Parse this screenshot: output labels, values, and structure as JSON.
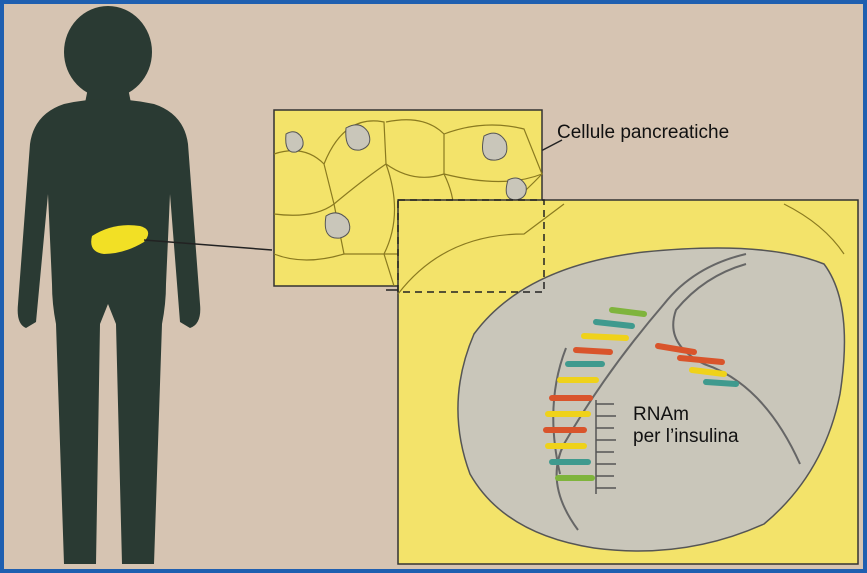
{
  "labels": {
    "pancreatic_cells": "Cellule pancreatiche",
    "mrna_line1": "RNAm",
    "mrna_line2": "per l’insulina"
  },
  "colors": {
    "frame": "#1f5fb0",
    "background": "#d6c4b2",
    "silhouette": "#2a3a33",
    "pancreas": "#f2e025",
    "cell_yellow": "#f3e36a",
    "nucleus_grey": "#c9c6ba",
    "base_yellow": "#efd21a",
    "base_red": "#d9542b",
    "base_teal": "#3f9a8e",
    "base_green": "#7fb43c"
  }
}
